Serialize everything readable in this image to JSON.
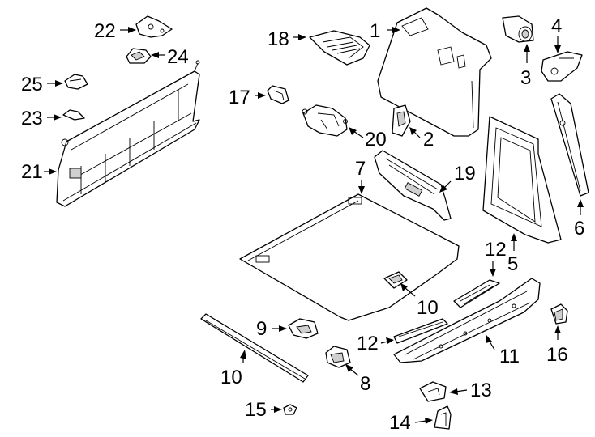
{
  "diagram": {
    "callouts": [
      {
        "id": "c1",
        "label": "1"
      },
      {
        "id": "c2",
        "label": "2"
      },
      {
        "id": "c3",
        "label": "3"
      },
      {
        "id": "c4",
        "label": "4"
      },
      {
        "id": "c5",
        "label": "5"
      },
      {
        "id": "c6",
        "label": "6"
      },
      {
        "id": "c7",
        "label": "7"
      },
      {
        "id": "c8",
        "label": "8"
      },
      {
        "id": "c9",
        "label": "9"
      },
      {
        "id": "c10a",
        "label": "10"
      },
      {
        "id": "c10b",
        "label": "10"
      },
      {
        "id": "c11",
        "label": "11"
      },
      {
        "id": "c12a",
        "label": "12"
      },
      {
        "id": "c12b",
        "label": "12"
      },
      {
        "id": "c13",
        "label": "13"
      },
      {
        "id": "c14",
        "label": "14"
      },
      {
        "id": "c15",
        "label": "15"
      },
      {
        "id": "c16",
        "label": "16"
      },
      {
        "id": "c17",
        "label": "17"
      },
      {
        "id": "c18",
        "label": "18"
      },
      {
        "id": "c19",
        "label": "19"
      },
      {
        "id": "c20",
        "label": "20"
      },
      {
        "id": "c21",
        "label": "21"
      },
      {
        "id": "c22",
        "label": "22"
      },
      {
        "id": "c23",
        "label": "23"
      },
      {
        "id": "c24",
        "label": "24"
      },
      {
        "id": "c25",
        "label": "25"
      }
    ]
  }
}
